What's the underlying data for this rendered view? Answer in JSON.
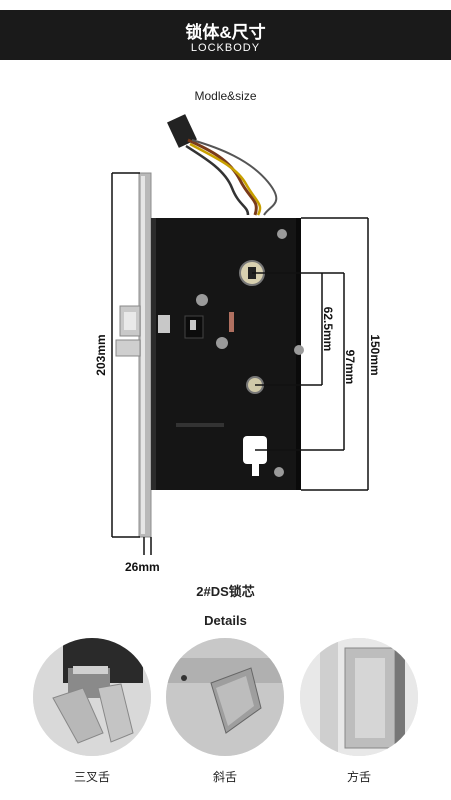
{
  "header": {
    "title": "锁体&尺寸",
    "subtitle": "LOCKBODY"
  },
  "diagram": {
    "section_label": "Modle&size",
    "dim_203": "203mm",
    "dim_26": "26mm",
    "dim_62_5": "62.5mm",
    "dim_97": "97mm",
    "dim_150": "150mm",
    "model_name": "2#DS锁芯"
  },
  "details": {
    "label": "Details",
    "items": [
      {
        "caption": "三叉舌"
      },
      {
        "caption": "斜舌"
      },
      {
        "caption": "方舌"
      }
    ]
  }
}
